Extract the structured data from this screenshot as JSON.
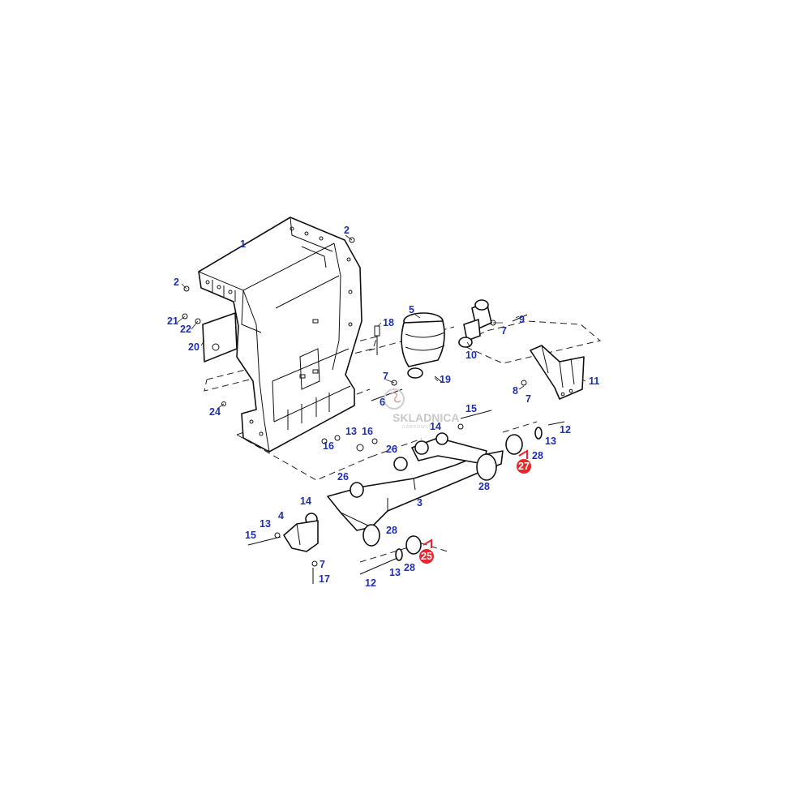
{
  "callouts": [
    {
      "id": "c1",
      "label": "1"
    },
    {
      "id": "c2a",
      "label": "2"
    },
    {
      "id": "c2b",
      "label": "2"
    },
    {
      "id": "c3",
      "label": "3"
    },
    {
      "id": "c4",
      "label": "4"
    },
    {
      "id": "c5",
      "label": "5"
    },
    {
      "id": "c6",
      "label": "6"
    },
    {
      "id": "c7a",
      "label": "7"
    },
    {
      "id": "c7b",
      "label": "7"
    },
    {
      "id": "c7c",
      "label": "7"
    },
    {
      "id": "c7d",
      "label": "7"
    },
    {
      "id": "c8",
      "label": "8"
    },
    {
      "id": "c9",
      "label": "9"
    },
    {
      "id": "c10",
      "label": "10"
    },
    {
      "id": "c11",
      "label": "11"
    },
    {
      "id": "c12a",
      "label": "12"
    },
    {
      "id": "c12b",
      "label": "12"
    },
    {
      "id": "c13a",
      "label": "13"
    },
    {
      "id": "c13b",
      "label": "13"
    },
    {
      "id": "c13c",
      "label": "13"
    },
    {
      "id": "c13d",
      "label": "13"
    },
    {
      "id": "c14a",
      "label": "14"
    },
    {
      "id": "c14b",
      "label": "14"
    },
    {
      "id": "c15a",
      "label": "15"
    },
    {
      "id": "c15b",
      "label": "15"
    },
    {
      "id": "c16a",
      "label": "16"
    },
    {
      "id": "c16b",
      "label": "16"
    },
    {
      "id": "c17",
      "label": "17"
    },
    {
      "id": "c18",
      "label": "18"
    },
    {
      "id": "c19",
      "label": "19"
    },
    {
      "id": "c20",
      "label": "20"
    },
    {
      "id": "c21",
      "label": "21"
    },
    {
      "id": "c22",
      "label": "22"
    },
    {
      "id": "c24",
      "label": "24"
    },
    {
      "id": "c26a",
      "label": "26"
    },
    {
      "id": "c26b",
      "label": "26"
    },
    {
      "id": "c28a",
      "label": "28"
    },
    {
      "id": "c28b",
      "label": "28"
    },
    {
      "id": "c28c",
      "label": "28"
    },
    {
      "id": "c28d",
      "label": "28"
    }
  ],
  "highlights": [
    {
      "id": "h25",
      "label": "25",
      "color": "#e8262b"
    },
    {
      "id": "h27",
      "label": "27",
      "color": "#e8262b"
    }
  ],
  "colors": {
    "callout": "#1f2fb0",
    "highlight": "#e8262b",
    "line": "#111111"
  },
  "watermark": {
    "text": "SKLADNICA",
    "subtext": "GABROWSKI"
  }
}
